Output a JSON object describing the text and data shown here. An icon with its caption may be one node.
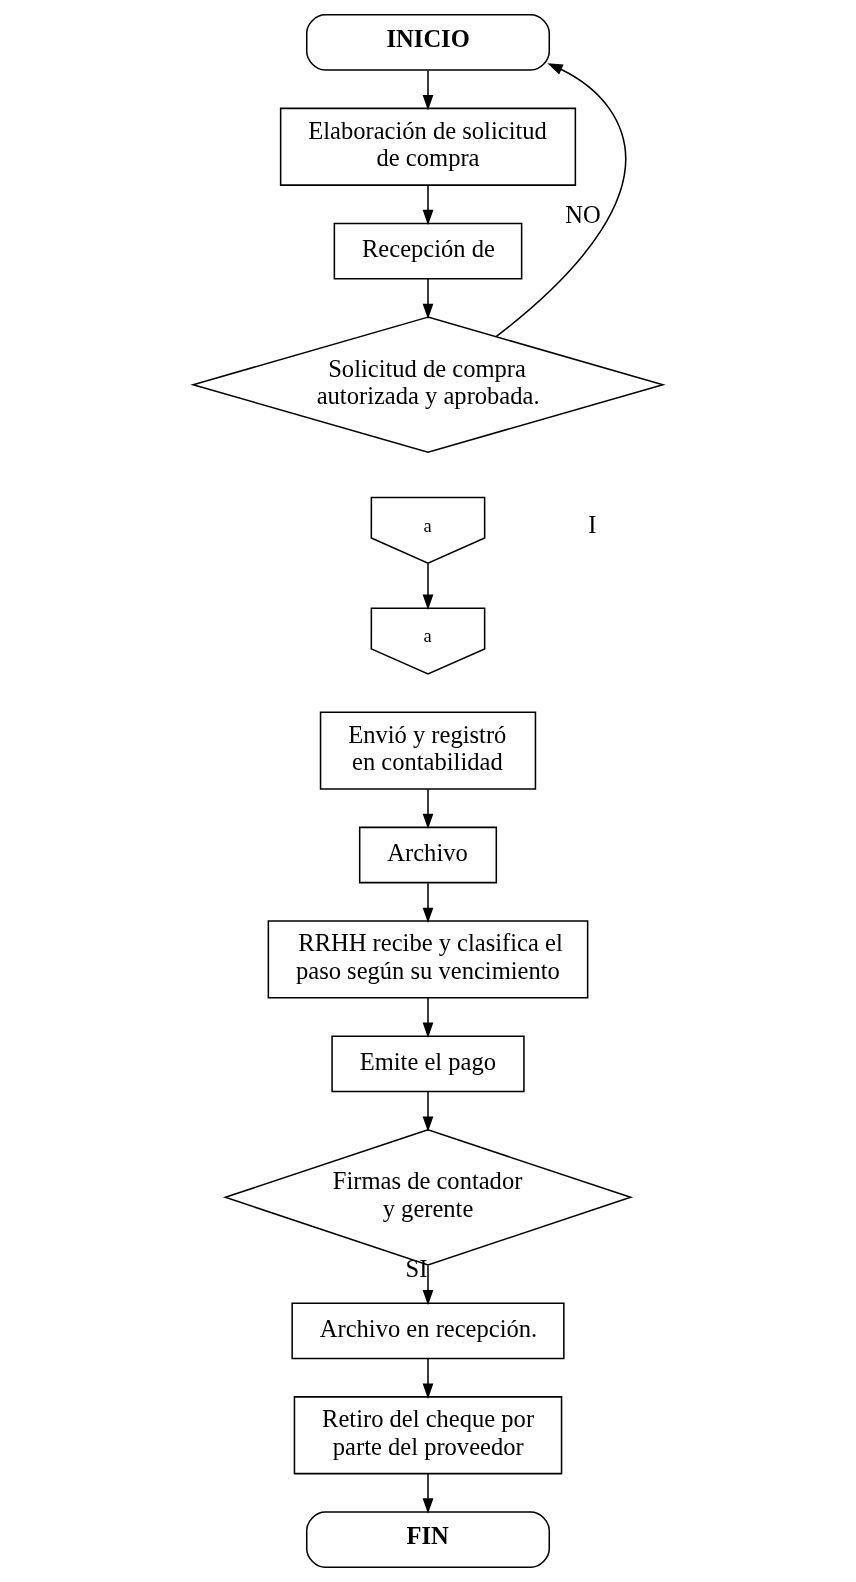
{
  "diagram": {
    "nodes": [
      {
        "text": [
          "INICIO"
        ]
      },
      {
        "text": [
          "Elaboración de solicitud de compra"
        ]
      },
      {
        "text": [
          "Recepción de"
        ]
      },
      {
        "text": [
          "Solicitud de compra autorizada y aprobada."
        ]
      },
      {
        "text": [
          "a"
        ]
      },
      {
        "text": [
          "a"
        ]
      },
      {
        "text": [
          "Envió y registró en contabilidad"
        ]
      },
      {
        "text": [
          "Archivo"
        ]
      },
      {
        "text": [
          "RRHH recibe y clasifica el paso según su vencimiento"
        ]
      },
      {
        "text": [
          "Emite el pago"
        ]
      },
      {
        "text": [
          "Firmas de contador y gerente"
        ]
      },
      {
        "text": [
          "Archivo en recepción."
        ]
      },
      {
        "text": [
          "Retiro del cheque por parte del proveedor"
        ]
      },
      {
        "text": [
          "FIN"
        ]
      }
    ],
    "edges": [
      {
        "from": 0,
        "to": 1,
        "arrow": "to"
      },
      {
        "from": 1,
        "to": 2,
        "arrow": "to"
      },
      {
        "from": 2,
        "to": 3,
        "arrow": "to"
      },
      {
        "from": 3,
        "to": 0,
        "arrow": "to",
        "label": "NO"
      },
      {
        "from": 4,
        "to": 5,
        "arrow": "to"
      },
      {
        "from": 6,
        "to": 7,
        "arrow": "to"
      },
      {
        "from": 7,
        "to": 8,
        "arrow": "to"
      },
      {
        "from": 8,
        "to": 9,
        "arrow": "to"
      },
      {
        "from": 9,
        "to": 10,
        "arrow": "to"
      },
      {
        "from": 10,
        "to": 11,
        "arrow": "to",
        "label": "SI"
      },
      {
        "from": 11,
        "to": 12,
        "arrow": "to"
      },
      {
        "from": 12,
        "to": 13,
        "arrow": "to"
      }
    ],
    "labels": [
      "I"
    ]
  }
}
